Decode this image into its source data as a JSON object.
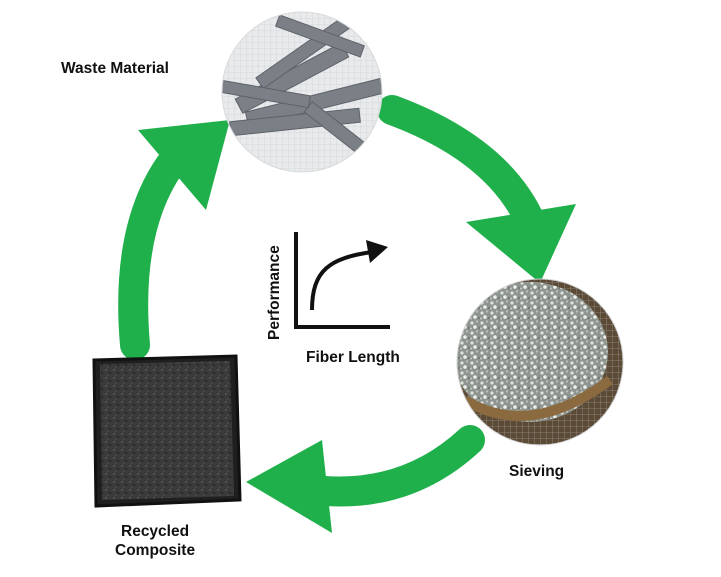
{
  "diagram": {
    "stages": {
      "waste": "Waste Material",
      "sieving": "Sieving",
      "composite_line1": "Recycled",
      "composite_line2": "Composite"
    },
    "plot": {
      "xlabel": "Fiber Length",
      "ylabel": "Performance"
    },
    "colors": {
      "arrow": "#20b04b",
      "curve": "#111111",
      "waste_fiber": "#7b7f86",
      "sieve_particles": "#c9cdc8",
      "composite": "#3a3a3a"
    }
  }
}
